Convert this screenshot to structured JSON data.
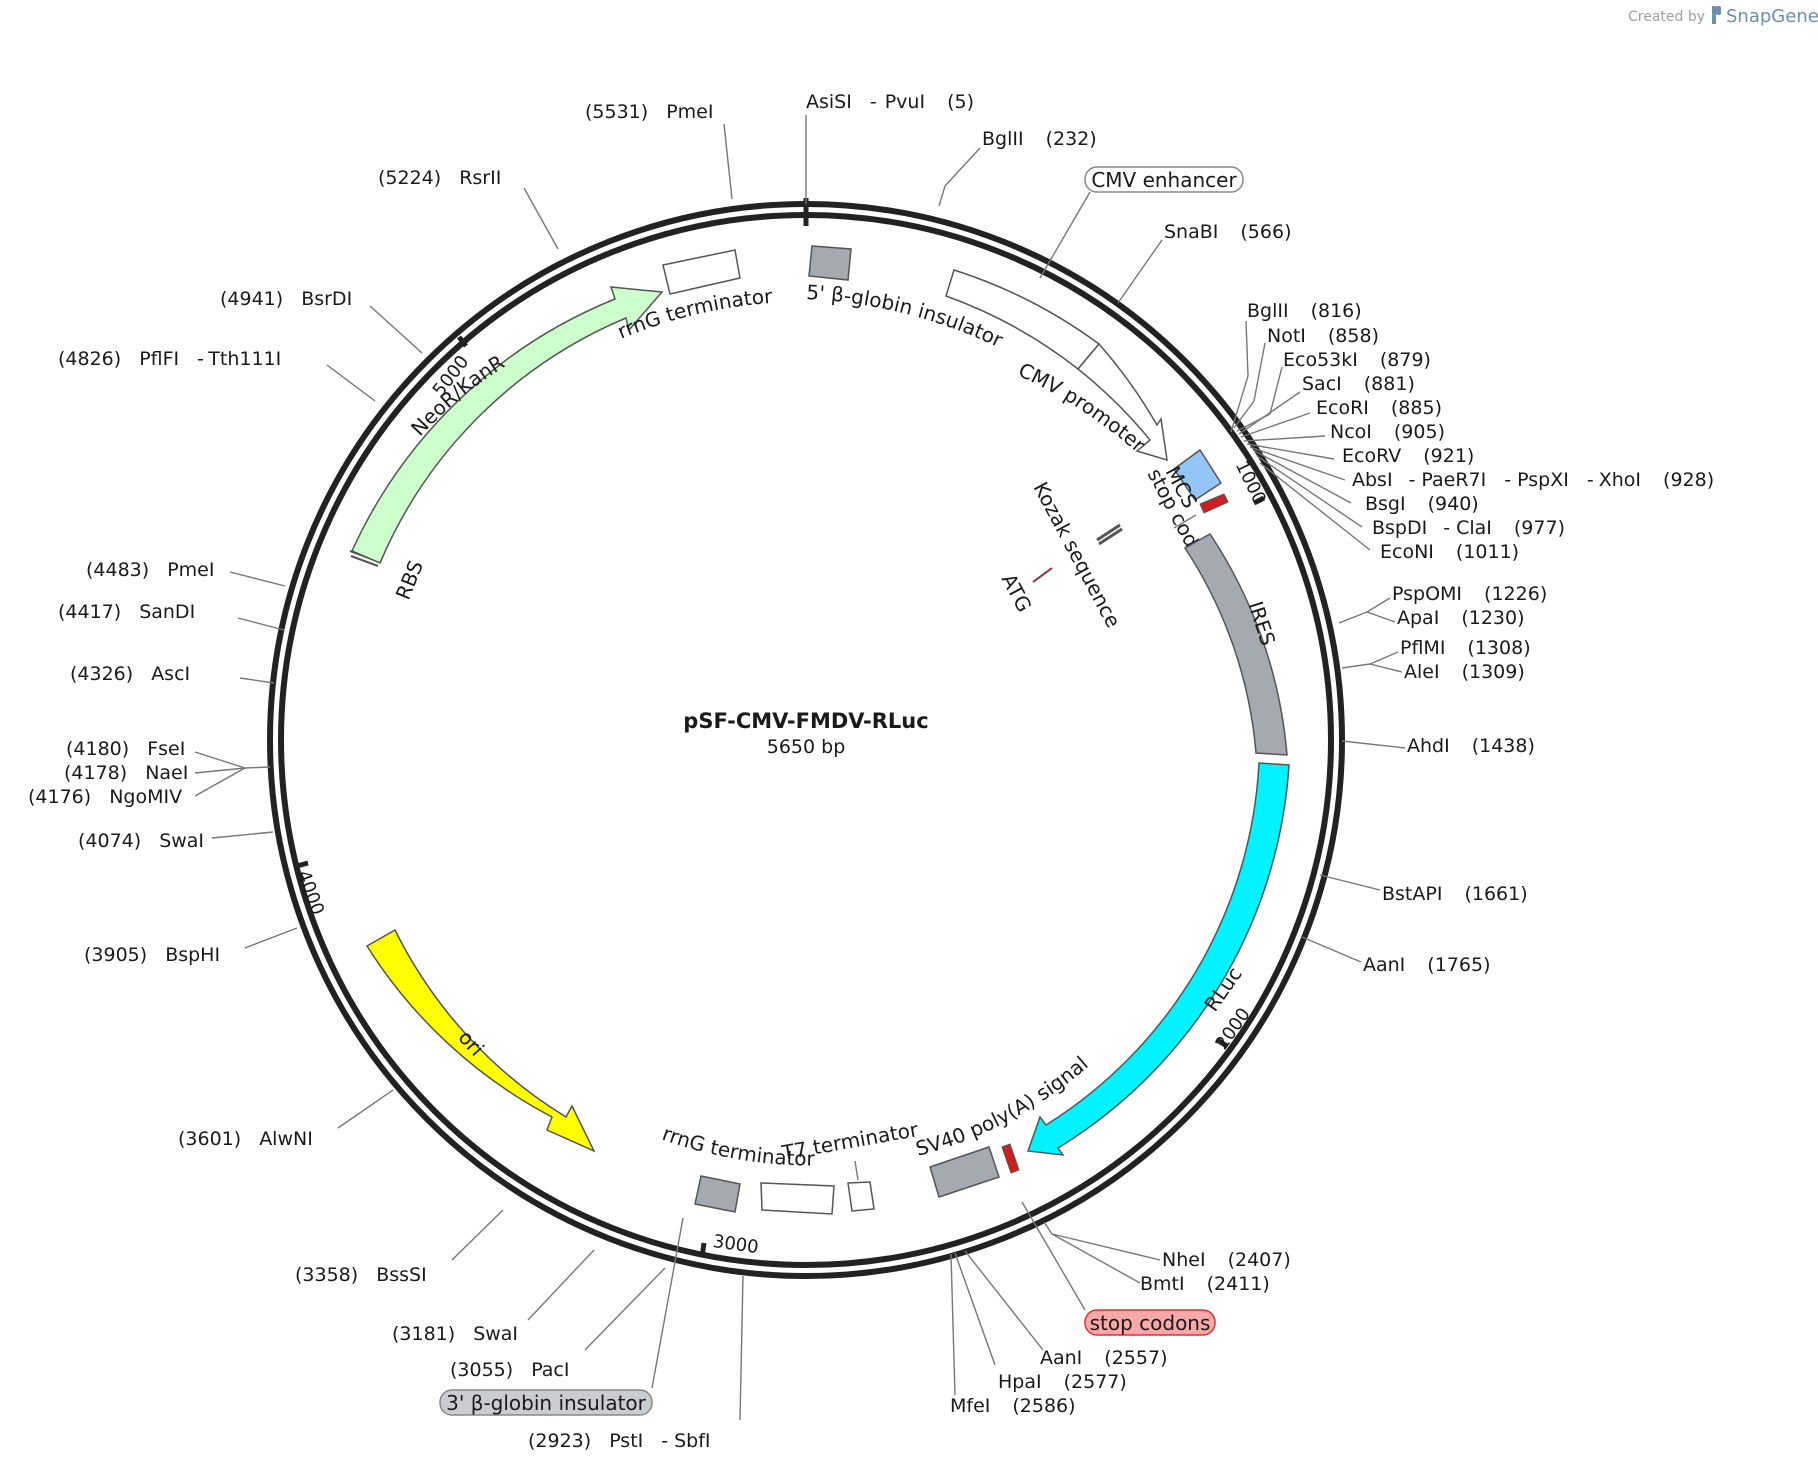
{
  "credit": {
    "prefix": "Created by",
    "brand": "SnapGene"
  },
  "plasmid": {
    "name": "pSF-CMV-FMDV-RLuc",
    "size": "5650 bp",
    "length_bp": 5650
  },
  "ticks": [
    {
      "label": "1000",
      "bp": 1000
    },
    {
      "label": "2000",
      "bp": 2000
    },
    {
      "label": "3000",
      "bp": 3000
    },
    {
      "label": "4000",
      "bp": 4000
    },
    {
      "label": "5000",
      "bp": 5000
    }
  ],
  "features": [
    {
      "name": "5' β-globin insulator",
      "type": "box",
      "color": "#a5aab0"
    },
    {
      "name": "CMV enhancer",
      "type": "arrow",
      "color": "#ffffff"
    },
    {
      "name": "CMV promoter",
      "type": "arrow",
      "color": "#ffffff"
    },
    {
      "name": "MCS",
      "type": "box",
      "color": "#93c5f7"
    },
    {
      "name": "stop codons",
      "type": "box",
      "color": "#cc1f1f"
    },
    {
      "name": "Kozak sequence",
      "type": "mark",
      "color": "#555555"
    },
    {
      "name": "ATG",
      "type": "mark",
      "color": "#8b2a4a"
    },
    {
      "name": "IRES",
      "type": "box",
      "color": "#a5aab0"
    },
    {
      "name": "RLuc",
      "type": "arrow",
      "color": "#00f3ff"
    },
    {
      "name": "SV40 poly(A) signal",
      "type": "box",
      "color": "#a5aab0"
    },
    {
      "name": "stop codons",
      "type": "box",
      "color": "#cc1f1f"
    },
    {
      "name": "T7 terminator",
      "type": "box",
      "color": "#ffffff"
    },
    {
      "name": "rrnG terminator",
      "type": "box",
      "color": "#ffffff"
    },
    {
      "name": "3' β-globin insulator",
      "type": "box",
      "color": "#a5aab0"
    },
    {
      "name": "ori",
      "type": "arrow",
      "color": "#ffff00"
    },
    {
      "name": "RBS",
      "type": "mark",
      "color": "#555555"
    },
    {
      "name": "NeoR/KanR",
      "type": "arrow",
      "color": "#ccffcc"
    },
    {
      "name": "rrnG terminator",
      "type": "box",
      "color": "#ffffff"
    }
  ],
  "callouts": [
    {
      "text": "CMV enhancer",
      "style": "outline"
    },
    {
      "text": "stop codons",
      "style": "red"
    },
    {
      "text": "3' β-globin insulator",
      "style": "grey"
    }
  ],
  "sites": [
    {
      "names": [
        "AsiSI",
        "PvuI"
      ],
      "pos": "(5)",
      "bold": true
    },
    {
      "names": [
        "BglII"
      ],
      "pos": "(232)",
      "bold": false
    },
    {
      "names": [
        "SnaBI"
      ],
      "pos": "(566)",
      "bold": true
    },
    {
      "names": [
        "BglII"
      ],
      "pos": "(816)",
      "bold": false
    },
    {
      "names": [
        "NotI"
      ],
      "pos": "(858)",
      "bold": true
    },
    {
      "names": [
        "Eco53kI"
      ],
      "pos": "(879)",
      "bold": true
    },
    {
      "names": [
        "SacI"
      ],
      "pos": "(881)",
      "bold": true
    },
    {
      "names": [
        "EcoRI"
      ],
      "pos": "(885)",
      "bold": true
    },
    {
      "names": [
        "NcoI"
      ],
      "pos": "(905)",
      "bold": true
    },
    {
      "names": [
        "EcoRV"
      ],
      "pos": "(921)",
      "bold": true
    },
    {
      "names": [
        "AbsI",
        "PaeR7I",
        "PspXI",
        "XhoI"
      ],
      "pos": "(928)",
      "bold": true
    },
    {
      "names": [
        "BsgI"
      ],
      "pos": "(940)",
      "bold": true
    },
    {
      "names": [
        "BspDI",
        "ClaI"
      ],
      "pos": "(977)",
      "bold": true
    },
    {
      "names": [
        "EcoNI"
      ],
      "pos": "(1011)",
      "bold": true
    },
    {
      "names": [
        "PspOMI"
      ],
      "pos": "(1226)",
      "bold": true
    },
    {
      "names": [
        "ApaI"
      ],
      "pos": "(1230)",
      "bold": true
    },
    {
      "names": [
        "PflMI"
      ],
      "pos": "(1308)",
      "bold": true
    },
    {
      "names": [
        "AleI"
      ],
      "pos": "(1309)",
      "bold": true
    },
    {
      "names": [
        "AhdI"
      ],
      "pos": "(1438)",
      "bold": true
    },
    {
      "names": [
        "BstAPI"
      ],
      "pos": "(1661)",
      "bold": true
    },
    {
      "names": [
        "AanI"
      ],
      "pos": "(1765)",
      "bold": false
    },
    {
      "names": [
        "NheI"
      ],
      "pos": "(2407)",
      "bold": true
    },
    {
      "names": [
        "BmtI"
      ],
      "pos": "(2411)",
      "bold": true
    },
    {
      "names": [
        "AanI"
      ],
      "pos": "(2557)",
      "bold": false
    },
    {
      "names": [
        "HpaI"
      ],
      "pos": "(2577)",
      "bold": true
    },
    {
      "names": [
        "MfeI"
      ],
      "pos": "(2586)",
      "bold": true
    },
    {
      "names": [
        "PstI",
        "SbfI"
      ],
      "pos": "(2923)",
      "bold": true
    },
    {
      "names": [
        "PacI"
      ],
      "pos": "(3055)",
      "bold": true
    },
    {
      "names": [
        "SwaI"
      ],
      "pos": "(3181)",
      "bold": false
    },
    {
      "names": [
        "BssSI"
      ],
      "pos": "(3358)",
      "bold": true
    },
    {
      "names": [
        "AlwNI"
      ],
      "pos": "(3601)",
      "bold": true
    },
    {
      "names": [
        "BspHI"
      ],
      "pos": "(3905)",
      "bold": true
    },
    {
      "names": [
        "SwaI"
      ],
      "pos": "(4074)",
      "bold": false
    },
    {
      "names": [
        "NgoMIV"
      ],
      "pos": "(4176)",
      "bold": true
    },
    {
      "names": [
        "NaeI"
      ],
      "pos": "(4178)",
      "bold": true
    },
    {
      "names": [
        "FseI"
      ],
      "pos": "(4180)",
      "bold": true
    },
    {
      "names": [
        "AscI"
      ],
      "pos": "(4326)",
      "bold": true
    },
    {
      "names": [
        "SanDI"
      ],
      "pos": "(4417)",
      "bold": true
    },
    {
      "names": [
        "PmeI"
      ],
      "pos": "(4483)",
      "bold": false
    },
    {
      "names": [
        "PflFI",
        "Tth111I"
      ],
      "pos": "(4826)",
      "bold": true
    },
    {
      "names": [
        "BsrDI"
      ],
      "pos": "(4941)",
      "bold": true
    },
    {
      "names": [
        "RsrII"
      ],
      "pos": "(5224)",
      "bold": true
    },
    {
      "names": [
        "PmeI"
      ],
      "pos": "(5531)",
      "bold": false
    }
  ]
}
